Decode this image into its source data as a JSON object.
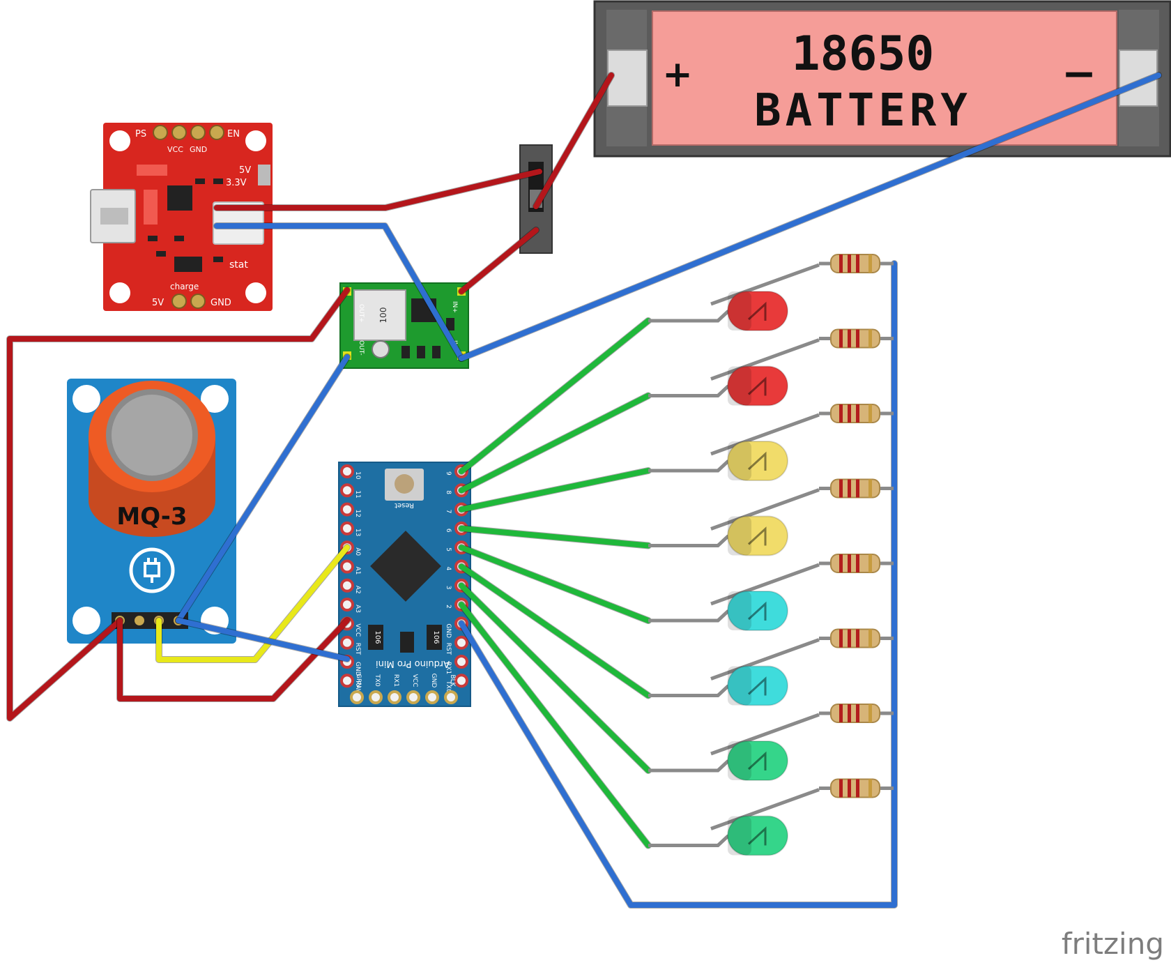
{
  "battery": {
    "line1": "18650",
    "line2": "BATTERY",
    "plus": "+",
    "minus": "−"
  },
  "charger": {
    "labels": [
      "PS",
      "EN",
      "VCC",
      "GND",
      "5V",
      "3.3V",
      "stat",
      "charge",
      "5V",
      "GND"
    ]
  },
  "booster": {
    "out_plus": "OUT+",
    "out_minus": "OUT-",
    "in_plus": "IN+",
    "in_minus": "IN-",
    "chip": "100"
  },
  "sensor": {
    "name": "MQ-3"
  },
  "arduino": {
    "name": "Arduino Pro Mini",
    "reset": "Reset",
    "left_pins": [
      "10",
      "11",
      "12",
      "13",
      "A0",
      "A1",
      "A2",
      "A3",
      "VCC",
      "RST",
      "GND",
      "RAW"
    ],
    "right_pins": [
      "9",
      "8",
      "7",
      "6",
      "5",
      "4",
      "3",
      "2",
      "GND",
      "RST",
      "RX1",
      "TX0"
    ],
    "bottom_pins": [
      "GRN",
      "TX0",
      "RX1",
      "VCC",
      "GND",
      "BLK"
    ],
    "reg1": "106",
    "reg2": "106"
  },
  "leds": [
    {
      "color": "red",
      "fill": "#e83a3a"
    },
    {
      "color": "red",
      "fill": "#e83a3a"
    },
    {
      "color": "yellow",
      "fill": "#f1dc6a"
    },
    {
      "color": "yellow",
      "fill": "#f1dc6a"
    },
    {
      "color": "cyan",
      "fill": "#3fdcdc"
    },
    {
      "color": "cyan",
      "fill": "#3fdcdc"
    },
    {
      "color": "green",
      "fill": "#35d58a"
    },
    {
      "color": "green",
      "fill": "#35d58a"
    }
  ],
  "colors": {
    "wire_red": "#b4161b",
    "wire_blue": "#2f6fd1",
    "wire_green": "#1fb83a",
    "wire_yellow": "#e8e81a",
    "board_red": "#d8261f",
    "board_blue": "#1e6fa3",
    "sensor_blue": "#1f86c8",
    "booster_green": "#1e9b2e",
    "battery_pink": "#f59d98"
  },
  "watermark": "fritzing"
}
